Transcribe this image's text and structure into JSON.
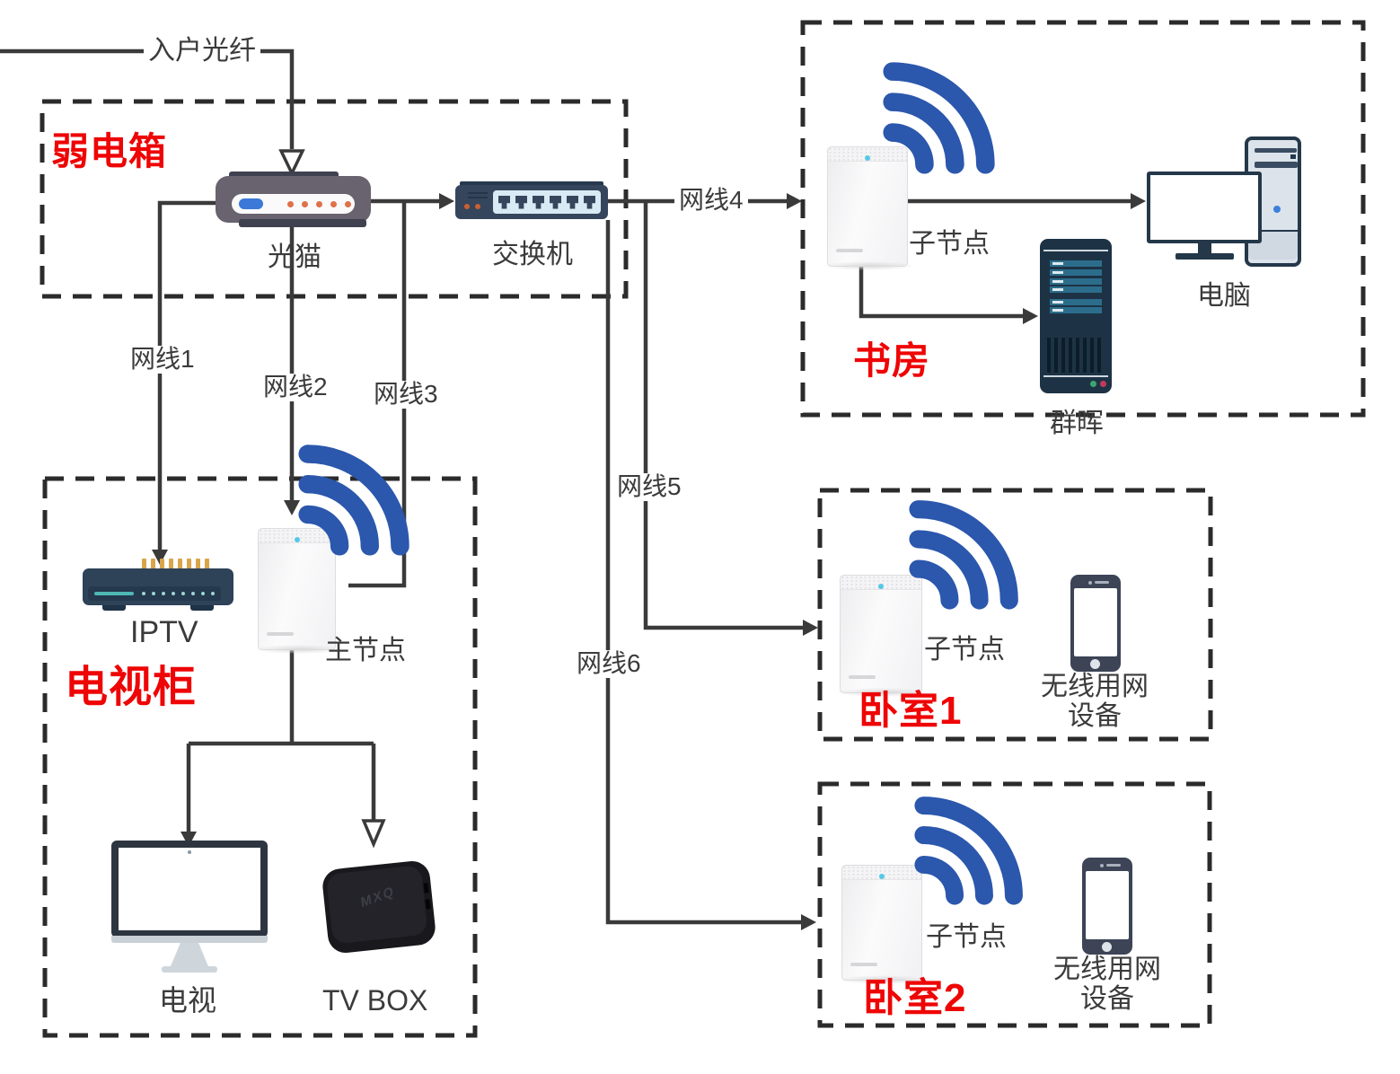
{
  "diagram_type": "home-network-topology",
  "labels": {
    "incoming_fiber": "入户光纤",
    "cable1": "网线1",
    "cable2": "网线2",
    "cable3": "网线3",
    "cable4": "网线4",
    "cable5": "网线5",
    "cable6": "网线6"
  },
  "zones": {
    "weak_current_box": "弱电箱",
    "study": "书房",
    "tv_cabinet": "电视柜",
    "bedroom1": "卧室1",
    "bedroom2": "卧室2"
  },
  "devices": {
    "modem": "光猫",
    "switch": "交换机",
    "iptv": "IPTV",
    "main_node": "主节点",
    "child_node": "子节点",
    "tv": "电视",
    "tv_box": "TV BOX",
    "tv_box_brand": "MXQ",
    "computer": "电脑",
    "nas": "群晖",
    "wireless_device_line1": "无线用网",
    "wireless_device_line2": "设备"
  },
  "colors": {
    "wifi_blue": "#2b57ad",
    "room_label_red": "#ee0505",
    "connector_dark": "#3a3a3a"
  }
}
